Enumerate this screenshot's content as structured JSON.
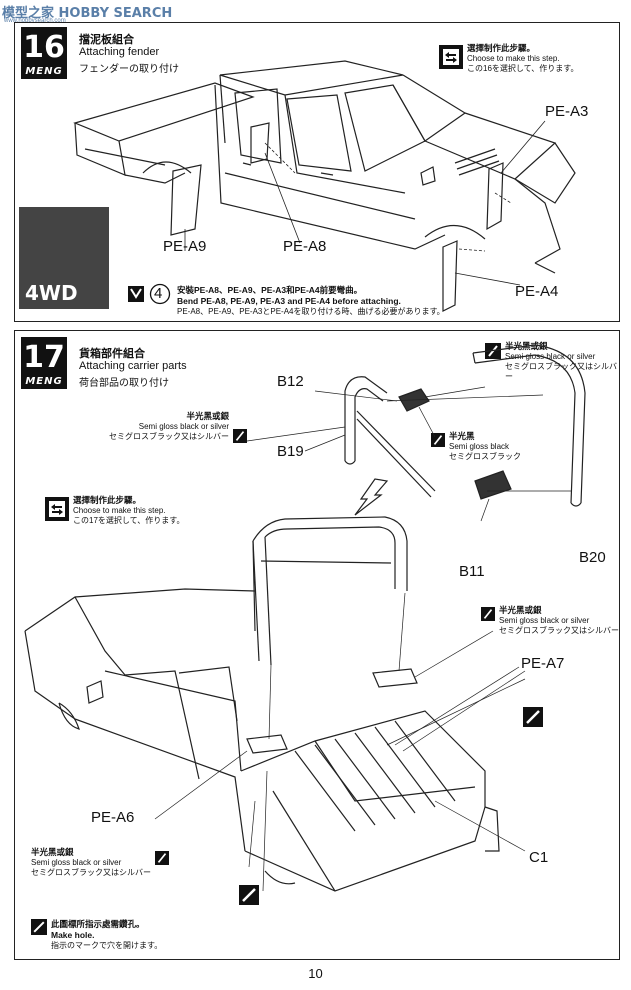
{
  "watermark": {
    "text": "模型之家 HOBBY SEARCH",
    "sub": "www.hobbysearch.com"
  },
  "step16": {
    "number": "16",
    "brand": "MENG",
    "title_zh": "擋泥板組合",
    "title_en": "Attaching fender",
    "title_ja": "フェンダーの取り付け",
    "choose": {
      "zh": "選擇制作此步驟。",
      "en": "Choose to make this step.",
      "ja": "この16を選択して、作ります。"
    },
    "parts": {
      "a3": "PE-A3",
      "a9": "PE-A9",
      "a8": "PE-A8",
      "a4": "PE-A4"
    },
    "tag": "4WD",
    "circle_num": "4",
    "notes": {
      "zh": "安裝PE-A8、PE-A9、PE-A3和PE-A4前要彎曲。",
      "en": "Bend PE-A8, PE-A9, PE-A3 and PE-A4 before attaching.",
      "ja": "PE-A8、PE-A9、PE-A3とPE-A4を取り付ける時、曲げる必要があります。"
    }
  },
  "step17": {
    "number": "17",
    "brand": "MENG",
    "title_zh": "貨箱部件組合",
    "title_en": "Attaching carrier parts",
    "title_ja": "荷台部品の取り付け",
    "choose": {
      "zh": "選擇制作此步驟。",
      "en": "Choose to make this step.",
      "ja": "この17を選択して、作ります。"
    },
    "parts": {
      "b12": "B12",
      "b19": "B19",
      "b11": "B11",
      "b20": "B20",
      "a7": "PE-A7",
      "a6": "PE-A6",
      "c1": "C1"
    },
    "paint_silver": {
      "zh": "半光黑或銀",
      "en": "Semi gloss black or silver",
      "ja": "セミグロスブラック又はシルバー"
    },
    "paint_black": {
      "zh": "半光黑",
      "en": "Semi gloss black",
      "ja": "セミグロスブラック"
    },
    "hole": {
      "zh": "此圖標所指示處需鑽孔。",
      "en": "Make hole.",
      "ja": "指示のマークで穴を開けます。"
    }
  },
  "page_number": "10",
  "icons": [
    "choose-step-icon",
    "paint-brush-icon",
    "drill-hole-icon",
    "bend-pe-icon",
    "arrow-down-icon"
  ]
}
